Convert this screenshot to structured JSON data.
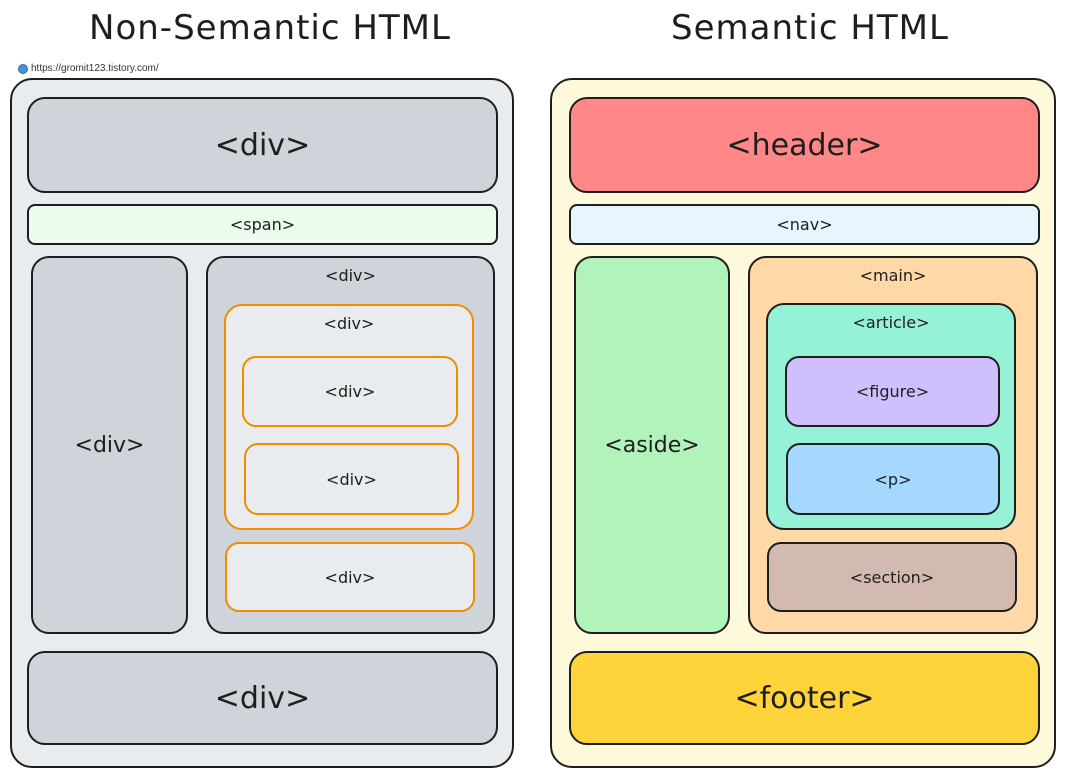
{
  "titles": {
    "left": "Non-Semantic HTML",
    "right": "Semantic HTML"
  },
  "watermark": "https://gromit123.tistory.com/",
  "non_semantic": {
    "header": "<div>",
    "span": "<span>",
    "aside": "<div>",
    "main": "<div>",
    "article": "<div>",
    "figure": "<div>",
    "p": "<div>",
    "section": "<div>",
    "footer": "<div>"
  },
  "semantic": {
    "header": "<header>",
    "nav": "<nav>",
    "aside": "<aside>",
    "main": "<main>",
    "article": "<article>",
    "figure": "<figure>",
    "p": "<p>",
    "section": "<section>",
    "footer": "<footer>"
  },
  "colors": {
    "left_bg": "#e9ecef",
    "gray_box": "#ced4da",
    "light_box": "#e9ecef",
    "span_bg": "#ebfbee",
    "orange_border": "#f08c00",
    "right_bg": "#fff9db",
    "header": "#ff8787",
    "nav": "#e7f5ff",
    "aside": "#b2f2bb",
    "main": "#ffd8a8",
    "article": "#96f2d7",
    "figure": "#d0bfff",
    "p": "#a5d8ff",
    "section": "#d2bab0",
    "footer": "#ffd43b"
  }
}
